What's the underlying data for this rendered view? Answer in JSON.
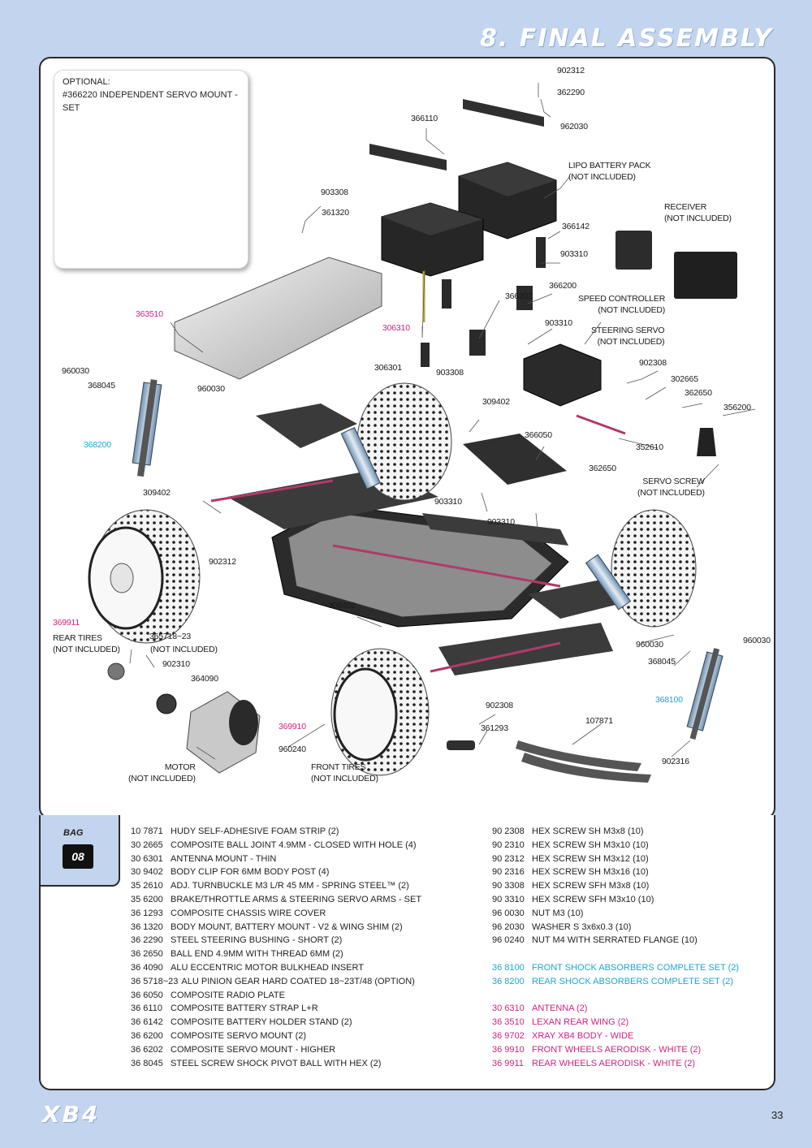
{
  "page": {
    "title": "8. FINAL ASSEMBLY",
    "logo": "XB4",
    "page_number": "33"
  },
  "optional": {
    "line1": "OPTIONAL:",
    "line2": "#366220 INDEPENDENT SERVO MOUNT - SET"
  },
  "labels": {
    "p902312": "902312",
    "p362290": "362290",
    "p962030": "962030",
    "p366110": "366110",
    "lipo1": "LIPO BATTERY PACK",
    "lipo2": "(NOT INCLUDED)",
    "p903308a": "903308",
    "p361320": "361320",
    "rec1": "RECEIVER",
    "rec2": "(NOT INCLUDED)",
    "p366142": "366142",
    "p903310a": "903310",
    "p366202": "366202",
    "p366200": "366200",
    "sc1": "SPEED CONTROLLER",
    "sc2": "(NOT INCLUDED)",
    "p363510": "363510",
    "p306310": "306310",
    "p903310b": "903310",
    "ss1": "STEERING SERVO",
    "ss2": "(NOT INCLUDED)",
    "p960030a": "960030",
    "p368045a": "368045",
    "p960030b": "960030",
    "p306301": "306301",
    "p903308b": "903308",
    "p902308a": "902308",
    "p302665": "302665",
    "p362650a": "362650",
    "p356200": "356200",
    "p309402a": "309402",
    "p366050": "366050",
    "p368200": "368200",
    "p352610": "352610",
    "p362650b": "362650",
    "sv1": "SERVO SCREW",
    "sv2": "(NOT INCLUDED)",
    "p309402b": "309402",
    "p903310c": "903310",
    "p903310d": "903310",
    "p902312b": "902312",
    "p309402c": "309402",
    "p369911": "369911",
    "rt1": "REAR TIRES",
    "rt2": "(NOT INCLUDED)",
    "p365718": "365718~23",
    "pin2": "(NOT INCLUDED)",
    "p960030c": "960030",
    "p960030d": "960030",
    "p902310": "902310",
    "p368045b": "368045",
    "p364090": "364090",
    "p368100": "368100",
    "p902308b": "902308",
    "p107871": "107871",
    "p369910": "369910",
    "p361293": "361293",
    "p960240": "960240",
    "p902316": "902316",
    "mo1": "MOTOR",
    "mo2": "(NOT INCLUDED)",
    "ft1": "FRONT TIRES",
    "ft2": "(NOT INCLUDED)"
  },
  "bag": {
    "label": "BAG",
    "number": "08"
  },
  "parts_left": [
    {
      "code": "10 7871",
      "desc": "HUDY SELF-ADHESIVE FOAM STRIP (2)"
    },
    {
      "code": "30 2665",
      "desc": "COMPOSITE BALL JOINT 4.9MM - CLOSED WITH HOLE (4)"
    },
    {
      "code": "30 6301",
      "desc": "ANTENNA MOUNT - THIN"
    },
    {
      "code": "30 9402",
      "desc": "BODY CLIP FOR 6MM BODY POST (4)"
    },
    {
      "code": "35 2610",
      "desc": "ADJ. TURNBUCKLE M3 L/R 45 MM  - SPRING STEEL™ (2)"
    },
    {
      "code": "35 6200",
      "desc": "BRAKE/THROTTLE ARMS & STEERING SERVO ARMS - SET"
    },
    {
      "code": "36 1293",
      "desc": "COMPOSITE CHASSIS WIRE COVER"
    },
    {
      "code": "36 1320",
      "desc": "BODY MOUNT, BATTERY MOUNT - V2 & WING SHIM (2)"
    },
    {
      "code": "36 2290",
      "desc": "STEEL STEERING BUSHING - SHORT (2)"
    },
    {
      "code": "36 2650",
      "desc": "BALL END 4.9MM WITH THREAD 6MM (2)"
    },
    {
      "code": "36 4090",
      "desc": "ALU ECCENTRIC MOTOR BULKHEAD INSERT"
    },
    {
      "code": "36 5718~23",
      "desc": "ALU PINION GEAR HARD COATED 18~23T/48 (OPTION)"
    },
    {
      "code": "36 6050",
      "desc": "COMPOSITE RADIO PLATE"
    },
    {
      "code": "36 6110",
      "desc": "COMPOSITE BATTERY STRAP L+R"
    },
    {
      "code": "36 6142",
      "desc": "COMPOSITE BATTERY HOLDER STAND (2)"
    },
    {
      "code": "36 6200",
      "desc": "COMPOSITE SERVO MOUNT (2)"
    },
    {
      "code": "36 6202",
      "desc": "COMPOSITE SERVO MOUNT - HIGHER"
    },
    {
      "code": "36 8045",
      "desc": "STEEL SCREW SHOCK PIVOT BALL WITH HEX (2)"
    }
  ],
  "parts_right": [
    {
      "code": "90 2308",
      "desc": "HEX SCREW  SH M3x8  (10)"
    },
    {
      "code": "90 2310",
      "desc": "HEX SCREW  SH M3x10  (10)"
    },
    {
      "code": "90 2312",
      "desc": "HEX SCREW  SH M3x12  (10)"
    },
    {
      "code": "90 2316",
      "desc": "HEX SCREW  SH M3x16  (10)"
    },
    {
      "code": "90 3308",
      "desc": "HEX SCREW  SFH M3x8  (10)"
    },
    {
      "code": "90 3310",
      "desc": "HEX SCREW  SFH M3x10  (10)"
    },
    {
      "code": "96 0030",
      "desc": "NUT M3  (10)"
    },
    {
      "code": "96 2030",
      "desc": "WASHER S 3x6x0.3  (10)"
    },
    {
      "code": "96 0240",
      "desc": "NUT M4 WITH SERRATED FLANGE  (10)"
    }
  ],
  "parts_shocks": [
    {
      "code": "36 8100",
      "desc": "FRONT SHOCK ABSORBERS COMPLETE SET (2)"
    },
    {
      "code": "36 8200",
      "desc": "REAR SHOCK ABSORBERS COMPLETE SET (2)"
    }
  ],
  "parts_body": [
    {
      "code": "30 6310",
      "desc": "ANTENNA (2)"
    },
    {
      "code": "36 3510",
      "desc": "LEXAN REAR WING (2)"
    },
    {
      "code": "36 9702",
      "desc": "XRAY XB4 BODY - WIDE"
    },
    {
      "code": "36 9910",
      "desc": "FRONT WHEELS AERODISK - WHITE (2)"
    },
    {
      "code": "36 9911",
      "desc": "REAR WHEELS AERODISK - WHITE (2)"
    }
  ],
  "colors": {
    "page_bg": "#c2d4ee",
    "pink": "#d0237e",
    "cyan": "#1ba6d6",
    "chassis": "#2b2b2b",
    "rod": "#b03a6a"
  }
}
